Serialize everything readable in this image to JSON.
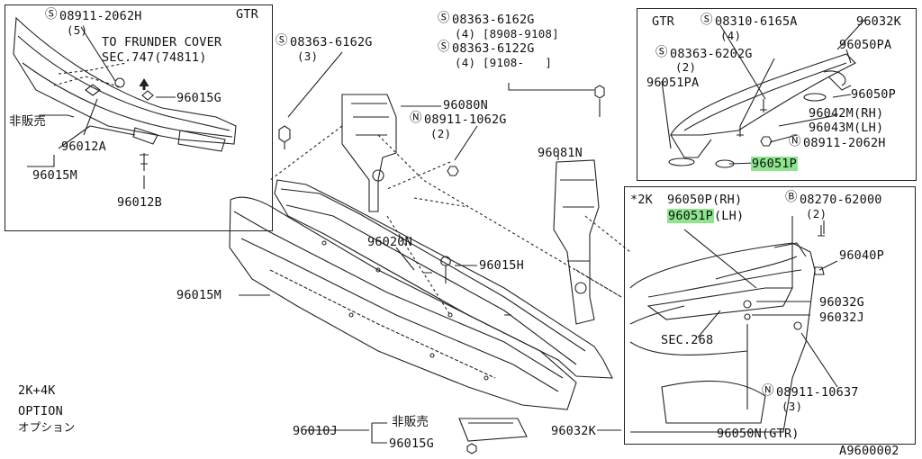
{
  "diagram_id": "A9600002",
  "inset_tl": {
    "variant": "GTR",
    "nut": "08911-2062H",
    "nut_qty": "(5)",
    "note_line1": "TO FRUNDER COVER",
    "note_line2": "SEC.747(74811)",
    "parts": [
      "96015G",
      "96012A",
      "96015M",
      "96012B"
    ],
    "not_sold": "非販売"
  },
  "main": {
    "b1": "08363-6162G",
    "b1_qty": "(3)",
    "b2": "08363-6162G",
    "b2_qty": "(4) [8908-9108]",
    "b3": "08363-6122G",
    "b3_qty": "(4) [9108-   ]",
    "p_96080N": "96080N",
    "p_nut": "08911-1062G",
    "p_nut_qty": "(2)",
    "p_96081N": "96081N",
    "p_96020N": "96020N",
    "p_96015H": "96015H",
    "p_96015M": "96015M",
    "p_96010J": "96010J",
    "p_96015G": "96015G",
    "p_96032K": "96032K",
    "not_sold": "非販売"
  },
  "option": {
    "line1": "2K+4K",
    "line2": "OPTION",
    "line3": "オプション"
  },
  "inset_tr": {
    "variant": "GTR",
    "s1": "08310-6165A",
    "s1_qty": "(4)",
    "s2": "08363-6202G",
    "s2_qty": "(2)",
    "p_96032K": "96032K",
    "p_96050PA": "96050PA",
    "p_96051PA": "96051PA",
    "p_96050P": "96050P",
    "p_96042M": "96042M(RH)",
    "p_96043M": "96043M(LH)",
    "nut": "08911-2062H",
    "p_96051P": "96051P"
  },
  "inset_br": {
    "variant": "*2K",
    "p_96050P": "96050P(RH)",
    "p_96051P": "96051P",
    "p_96051P_side": "(LH)",
    "bolt": "08270-62000",
    "bolt_qty": "(2)",
    "p_96040P": "96040P",
    "p_96032G": "96032G",
    "p_96032J": "96032J",
    "sec": "SEC.268",
    "nut": "08911-10637",
    "nut_qty": "(3)",
    "p_96050N": "96050N(GTR)"
  },
  "symbols": {
    "s": "S",
    "n": "N",
    "b": "B"
  },
  "highlight_color": "#8de58d"
}
